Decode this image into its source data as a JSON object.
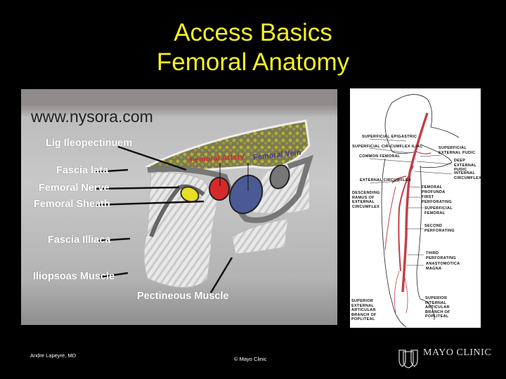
{
  "slide": {
    "title_line1": "Access Basics",
    "title_line2": "Femoral Anatomy"
  },
  "left_figure": {
    "watermark": "www.nysora.com",
    "labels": [
      "Lig Ileopectinuem",
      "Fascia lata",
      "Femoral Nerve",
      "Femoral Sheath",
      "Fascia Illiaca",
      "Iliopsoas Muscle",
      "Pectineous Muscle"
    ],
    "inline_labels": {
      "artery": "Femoral Artery",
      "vein": "Femoral Vein"
    },
    "colors": {
      "artery": "#d42a2a",
      "vein": "#4a5a94",
      "nerve": "#e6e020",
      "fat": "#8c8a3a"
    }
  },
  "right_figure": {
    "labels_left": [
      "SUPERFICIAL EPIGASTRIC",
      "SUPERFICIAL CIR-CUMFLEX ILIAC",
      "COMMON FEMORAL",
      "EXTERNAL CIRCUMFLEX",
      "DESCENDING RAMUS OF EXTERNAL CIRCUMFLEX",
      "SUPERIOR EXTERNAL ARTICULAR BRANCH OF POPLITEAL"
    ],
    "labels_right": [
      "SUPERFICIAL EXTERNAL PUDIC",
      "DEEP EXTERNAL PUDIC",
      "INTERNAL CIRCUMFLEX",
      "FEMORAL PROFUNDA",
      "FIRST PERFORATING",
      "SUPERFICIAL FEMORAL",
      "SECOND PERFORATING",
      "THIRD PERFORATING",
      "ANASTOMOTICA MAGNA",
      "SUPERIOR INTERNAL ARTICULAR BRANCH OF POPLITEAL"
    ],
    "vessel_color": "#c2404a"
  },
  "footer": {
    "author": "Andre Lapeyre, MD",
    "copyright": "© Mayo Clinic",
    "logo_text": "MAYO CLINIC"
  }
}
